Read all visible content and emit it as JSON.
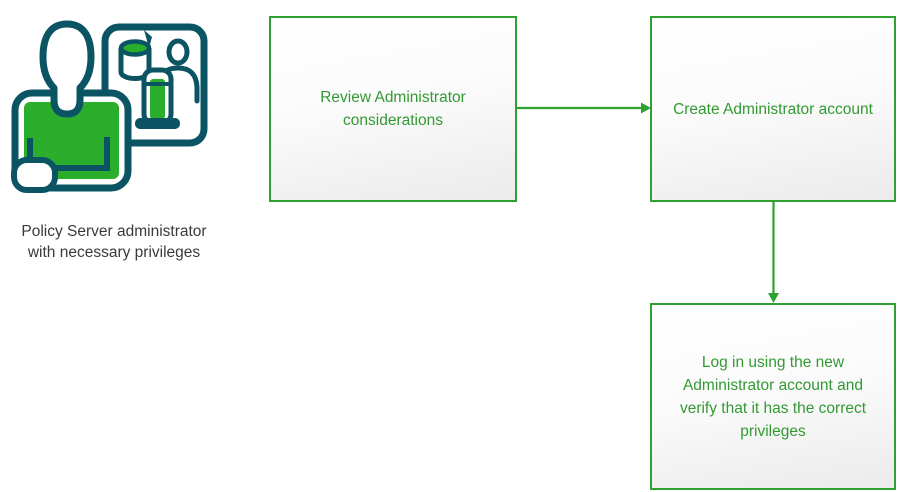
{
  "actor": {
    "caption": "Policy Server administrator\nwith necessary privileges",
    "icon": "policy-server-administrator-icon"
  },
  "flow": {
    "steps": [
      {
        "id": "review",
        "label": "Review Administrator\nconsiderations"
      },
      {
        "id": "create",
        "label": "Create Administrator account"
      },
      {
        "id": "verify",
        "label": "Log in using the new\nAdministrator account and\nverify that it has the correct\nprivileges"
      }
    ],
    "connections": [
      {
        "from": "review",
        "to": "create",
        "direction": "right"
      },
      {
        "from": "create",
        "to": "verify",
        "direction": "down"
      }
    ]
  },
  "colors": {
    "box_border_green": "#30a030",
    "box_text_green": "#339933",
    "arrow_green": "#2fa12f",
    "icon_outline_teal": "#0a5463",
    "icon_fill_green": "#2bae2b",
    "caption_text": "#3a3a3a",
    "box_gradient_top": "#ffffff",
    "box_gradient_bottom": "#ebebeb"
  }
}
